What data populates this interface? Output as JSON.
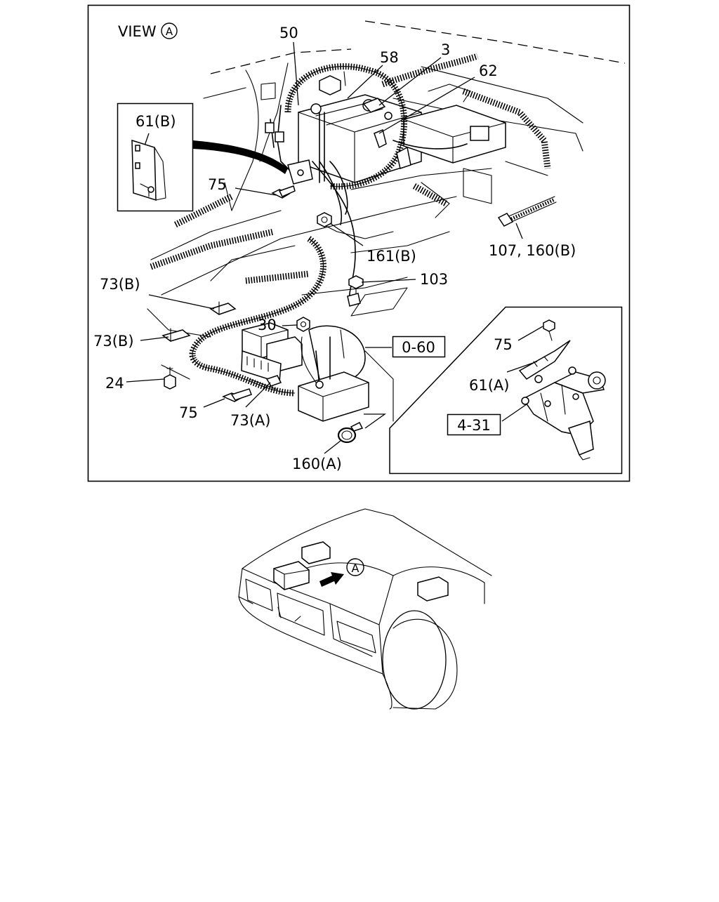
{
  "diagram": {
    "view_label": "VIEW",
    "view_mark": "A",
    "callouts": {
      "c50": "50",
      "c58": "58",
      "c3": "3",
      "c62": "62",
      "c61b": "61(B)",
      "c75_top": "75",
      "c161b": "161(B)",
      "c107_160b": "107, 160(B)",
      "c103": "103",
      "c73b_upper": "73(B)",
      "c73b_lower": "73(B)",
      "c30": "30",
      "c0_60": "0-60",
      "c24": "24",
      "c75_bottom": "75",
      "c73a": "73(A)",
      "c160a": "160(A)"
    },
    "inset": {
      "c75": "75",
      "c61a": "61(A)",
      "c4_31": "4-31"
    },
    "vehicle_view": {
      "marker": "A"
    }
  }
}
